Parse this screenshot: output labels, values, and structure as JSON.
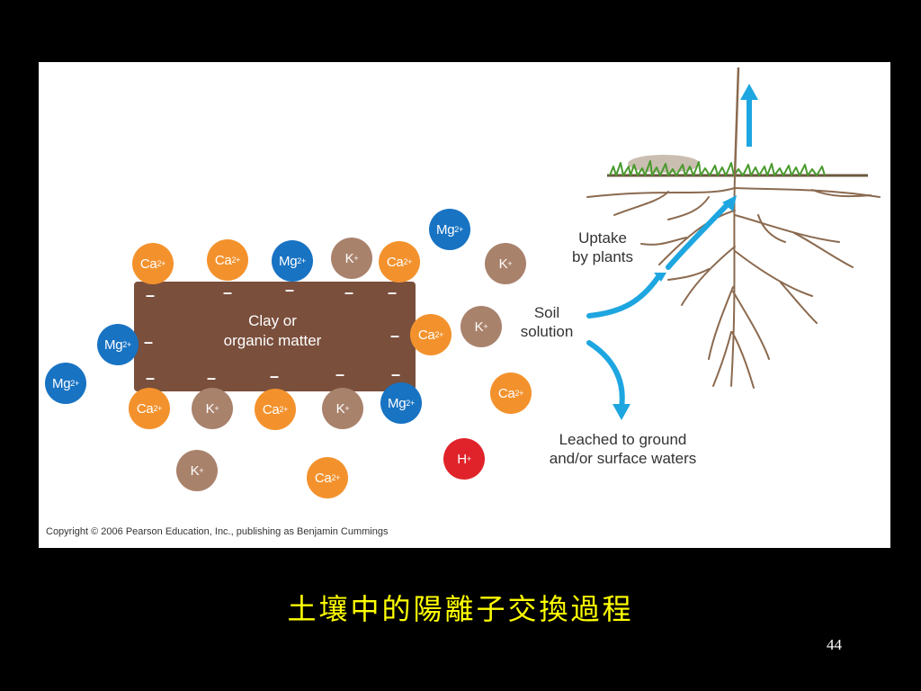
{
  "diagram": {
    "clay_label_line1": "Clay or",
    "clay_label_line2": "organic matter",
    "negative_charge": "–",
    "uptake_line1": "Uptake",
    "uptake_line2": "by plants",
    "soil_line1": "Soil",
    "soil_line2": "solution",
    "leached_line1": "Leached to ground",
    "leached_line2": "and/or surface waters",
    "copyright": "Copyright © 2006 Pearson Education, Inc., publishing as Benjamin Cummings",
    "ions": [
      {
        "el": "Ca",
        "charge": "2+",
        "type": "ca"
      },
      {
        "el": "Ca",
        "charge": "2+",
        "type": "ca"
      },
      {
        "el": "Mg",
        "charge": "2+",
        "type": "mg"
      },
      {
        "el": "K",
        "charge": "+",
        "type": "k"
      },
      {
        "el": "Ca",
        "charge": "2+",
        "type": "ca"
      },
      {
        "el": "Mg",
        "charge": "2+",
        "type": "mg"
      },
      {
        "el": "K",
        "charge": "+",
        "type": "k"
      },
      {
        "el": "Mg",
        "charge": "2+",
        "type": "mg"
      },
      {
        "el": "Ca",
        "charge": "2+",
        "type": "ca"
      },
      {
        "el": "K",
        "charge": "+",
        "type": "k"
      },
      {
        "el": "Mg",
        "charge": "2+",
        "type": "mg"
      },
      {
        "el": "Ca",
        "charge": "2+",
        "type": "ca"
      },
      {
        "el": "K",
        "charge": "+",
        "type": "k"
      },
      {
        "el": "Ca",
        "charge": "2+",
        "type": "ca"
      },
      {
        "el": "K",
        "charge": "+",
        "type": "k"
      },
      {
        "el": "Mg",
        "charge": "2+",
        "type": "mg"
      },
      {
        "el": "Ca",
        "charge": "2+",
        "type": "ca"
      },
      {
        "el": "H",
        "charge": "+",
        "type": "h"
      },
      {
        "el": "K",
        "charge": "+",
        "type": "k"
      },
      {
        "el": "Ca",
        "charge": "2+",
        "type": "ca"
      }
    ],
    "colors": {
      "ca": "#f3922d",
      "mg": "#1873c3",
      "k": "#a9826c",
      "h": "#e0232a",
      "clay": "#7a4f3c",
      "arrow": "#1ea6e0",
      "root": "#8b6a4f"
    }
  },
  "slide": {
    "caption": "土壤中的陽離子交換過程",
    "page_number": "44"
  }
}
